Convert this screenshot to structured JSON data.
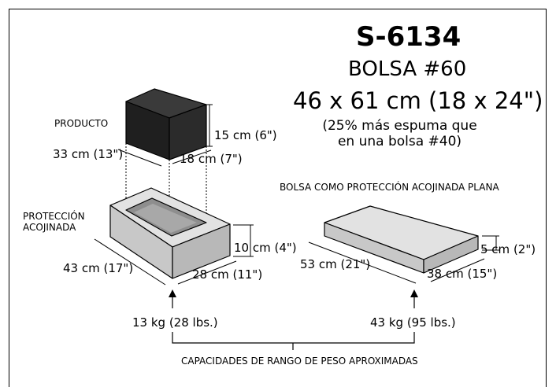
{
  "header": {
    "model": "S-6134",
    "bag_name": "BOLSA #60",
    "bag_size": "46 x 61 cm (18 x 24\")",
    "note_line1": "(25% más espuma que",
    "note_line2": "en una bolsa #40)"
  },
  "product": {
    "label": "PRODUCTO",
    "height": "15 cm (6\")",
    "length": "33 cm (13\")",
    "width": "18 cm (7\")"
  },
  "padding": {
    "label_line1": "PROTECCIÓN",
    "label_line2": "ACOJINADA",
    "height": "10 cm (4\")",
    "length": "43 cm (17\")",
    "width": "28 cm (11\")",
    "capacity": "13 kg (28 lbs.)"
  },
  "flat": {
    "label": "BOLSA COMO PROTECCIÓN ACOJINADA PLANA",
    "height": "5 cm (2\")",
    "length": "53 cm (21\")",
    "width": "38 cm (15\")",
    "capacity": "43 kg (95 lbs.)"
  },
  "footer": {
    "caption": "CAPACIDADES DE RANGO DE PESO APROXIMADAS"
  },
  "colors": {
    "product_fill": "#2b2b2b",
    "foam_fill": "#c8c8c8",
    "foam_top": "#e2e2e2",
    "foam_inner": "#9a9a9a"
  }
}
